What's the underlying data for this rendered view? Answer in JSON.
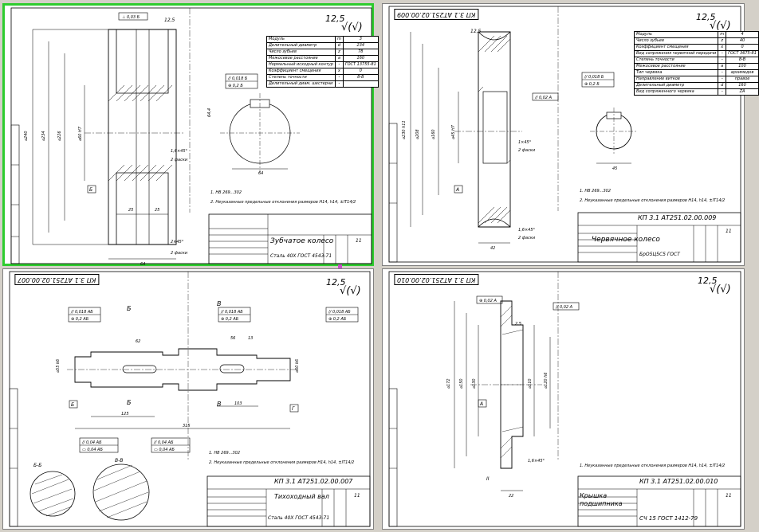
{
  "app": {
    "background": "#d4d0c8",
    "selection_color": "#2ecc2e"
  },
  "sheets": [
    {
      "id": "gear-wheel",
      "title": "Зубчатое колесо",
      "material": "Сталь 40Х ГОСТ 4543-71",
      "roughness": "12,5",
      "sheet_no": "11",
      "code": "",
      "notes": [
        "1. НВ 269...302",
        "2. Неуказанные предельные отклонения размеров Н14, h14, ±IT14/2"
      ],
      "params": [
        [
          "Модуль",
          "m",
          "3"
        ],
        [
          "Делительный диаметр",
          "d",
          "234"
        ],
        [
          "Число зубьев",
          "z",
          "78"
        ],
        [
          "Межосевое расстояние",
          "a",
          "160"
        ],
        [
          "Нормальный исходный контур",
          "-",
          "ГОСТ 13755-81"
        ],
        [
          "Коэффициент смещения",
          "x",
          "0"
        ],
        [
          "Степень точности",
          "-",
          "8-В"
        ],
        [
          "Делительный диам. шестерни",
          "-",
          ""
        ]
      ]
    },
    {
      "id": "worm-wheel",
      "title": "Червячное колесо",
      "material": "БрО5Ц5С5 ГОСТ",
      "roughness": "12,5",
      "sheet_no": "11",
      "code": "КП 3.1 АТ251.02.00.009",
      "code_mirror": "КП 3.1 АТ251.02.00.009",
      "notes": [
        "1. НВ 269...302",
        "2. Неуказанные предельные отклонения размеров Н14, h14, ±IT14/2"
      ],
      "params": [
        [
          "Модуль",
          "m",
          "4"
        ],
        [
          "Число зубьев",
          "z",
          "40"
        ],
        [
          "Коэффициент смещения",
          "x",
          "0"
        ],
        [
          "Вид сопряжения червячной передачи",
          "-",
          "ГОСТ 3675-81"
        ],
        [
          "Степень точности",
          "-",
          "8-В"
        ],
        [
          "Межосевое расстояние",
          "a",
          "100"
        ],
        [
          "Тип червяка",
          "-",
          "архимедов"
        ],
        [
          "Направление витков",
          "-",
          "правое"
        ],
        [
          "Делительный диаметр",
          "d",
          "160"
        ],
        [
          "Вид сопряженного червяка",
          "-",
          "ZA"
        ]
      ]
    },
    {
      "id": "drive-shaft",
      "title": "Тихоходный вал",
      "material": "Сталь 40Х ГОСТ 4543-71",
      "roughness": "12,5",
      "sheet_no": "11",
      "code": "КП 3.1 АТ251.02.00.007",
      "code_mirror": "КП 3.1 АТ251.02.00.007",
      "notes": [
        "1. НВ 269...302",
        "2. Неуказанные предельные отклонения размеров Н14, h14, ±IT14/2"
      ],
      "section_labels": [
        "Б",
        "В",
        "Б-Б",
        "В-В"
      ]
    },
    {
      "id": "bearing-cover",
      "title": "Крышка подшипника",
      "material": "СЧ 15 ГОСТ 1412-79",
      "roughness": "12,5",
      "sheet_no": "11",
      "code": "КП 3.1 АТ251.02.00.010",
      "code_mirror": "КП 3.1 АТ251.02.00.010",
      "notes": [
        "1. Неуказанные предельные отклонения размеров Н14, h14, ±IT14/2"
      ]
    }
  ]
}
